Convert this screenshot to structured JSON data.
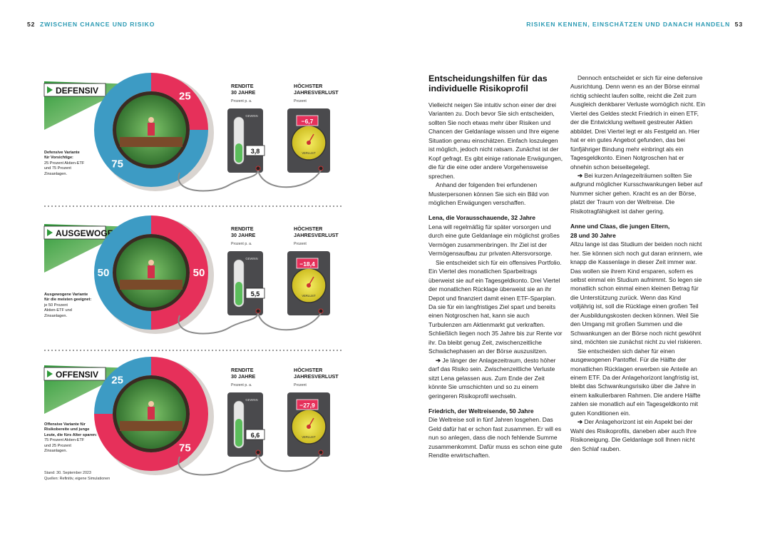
{
  "header": {
    "left_page_number": "52",
    "left_title": "ZWISCHEN CHANCE UND RISIKO",
    "right_title": "RISIKEN KENNEN, EINSCHÄTZEN UND DANACH HANDELN",
    "right_page_number": "53"
  },
  "infographic": {
    "rendite_label_1": "RENDITE",
    "rendite_label_2": "30 JAHRE",
    "rendite_unit": "Prozent p. a.",
    "verlust_label_1": "HÖCHSTER",
    "verlust_label_2": "JAHRESVERLUST",
    "verlust_unit": "Prozent",
    "gewinn_label": "GEWINN",
    "verlust_dial_label": "VERLUST",
    "variants": [
      {
        "name": "DEFENSIV",
        "etf_percent": "25",
        "zins_percent": "75",
        "rendite": "3,8",
        "rendite_fraction": 0.45,
        "max_loss": "−6,7",
        "note_title": "Defensive Variante",
        "note_title_2": "für Vorsichtige:",
        "note_line_1": "25 Prozent Aktien-ETF",
        "note_line_2": "und 75 Prozent",
        "note_line_3": "Zinsanlagen.",
        "colors": {
          "etf": "#e6305a",
          "zins": "#3d9bc4"
        }
      },
      {
        "name": "AUSGEWOGEN",
        "etf_percent": "50",
        "zins_percent": "50",
        "rendite": "5,5",
        "rendite_fraction": 0.55,
        "max_loss": "−18,4",
        "note_title": "Ausgewogene Variante",
        "note_title_2": "für die meisten geeignet:",
        "note_line_1": "je 50 Prozent",
        "note_line_2": "Aktien-ETF und",
        "note_line_3": "Zinsanlagen.",
        "colors": {
          "etf": "#e6305a",
          "zins": "#3d9bc4"
        }
      },
      {
        "name": "OFFENSIV",
        "etf_percent": "75",
        "zins_percent": "25",
        "rendite": "6,6",
        "rendite_fraction": 0.65,
        "max_loss": "−27,9",
        "note_title": "Offensive Variante für",
        "note_title_2": "Risikobereite und junge",
        "note_title_3": "Leute, die fürs Alter sparen:",
        "note_line_1": "75 Prozent Aktien-ETF",
        "note_line_2": "und 25 Prozent",
        "note_line_3": "Zinsanlagen.",
        "colors": {
          "etf": "#e6305a",
          "zins": "#3d9bc4"
        }
      }
    ],
    "source_line_1": "Stand: 30. September 2023",
    "source_line_2": "Quellen: Refinitiv, eigene Simulationen"
  },
  "article": {
    "title_1": "Entscheidungshilfen für das",
    "title_2": "individuelle Risikoprofil",
    "intro": "Vielleicht neigen Sie intuitiv schon einer der drei Varianten zu. Doch bevor Sie sich entscheiden, sollten Sie noch etwas mehr über Risiken und Chancen der Geldanlage wissen und Ihre eigene Situation genau einschätzen. Einfach loszulegen ist möglich, jedoch nicht ratsam. Zunächst ist der Kopf gefragt. Es gibt einige rationale Erwägungen, die für die eine oder andere Vorgehensweise sprechen.",
    "intro_2": "Anhand der folgenden frei erfundenen Musterpersonen können Sie sich ein Bild von möglichen Erwägungen verschaffen.",
    "lena_heading": "Lena, die Vorausschauende, 32 Jahre",
    "lena_p1": "Lena will regelmäßig für später vorsorgen und durch eine gute Geldanlage ein möglichst großes Vermögen zusammenbringen. Ihr Ziel ist der Vermögensaufbau zur privaten Altersvorsorge.",
    "lena_p2": "Sie entscheidet sich für ein offensives Portfolio. Ein Viertel des monatlichen Sparbeitrags überweist sie auf ein Tagesgeldkonto. Drei Viertel der monatlichen Rücklage überweist sie an ihr Depot und finanziert damit einen ETF-Sparplan. Da sie für ein langfristiges Ziel spart und bereits einen Notgroschen hat, kann sie auch Turbulenzen am Aktienmarkt gut verkraften. Schließlich liegen noch 35 Jahre bis zur Rente vor ihr. Da bleibt genug Zeit, zwischenzeitliche Schwächephasen an der Börse auszusitzen.",
    "lena_p3": "Je länger der Anlagezeitraum, desto höher darf das Risiko sein. Zwischenzeitliche Verluste sitzt Lena gelassen aus. Zum Ende der Zeit könnte Sie umschichten und so zu einem geringeren Risikoprofil wechseln.",
    "friedrich_heading": "Friedrich, der Weltreisende, 50 Jahre",
    "friedrich_p1": "Die Weltreise soll in fünf Jahren losgehen. Das Geld dafür hat er schon fast zusammen. Er will es nun so anlegen, dass die noch fehlende Summe zusammenkommt. Dafür muss es schon eine gute Rendite erwirtschaften.",
    "friedrich_p2": "Dennoch entscheidet er sich für eine defensive Ausrichtung. Denn wenn es an der Börse einmal richtig schlecht laufen sollte, reicht die Zeit zum Ausgleich denkbarer Verluste womöglich nicht. Ein Viertel des Geldes steckt Friedrich in einen ETF, der die Entwicklung weltweit gestreuter Aktien abbildet. Drei Viertel legt er als Festgeld an. Hier hat er ein gutes Angebot gefunden, das bei fünfjähriger Bindung mehr einbringt als ein Tagesgeldkonto. Einen Notgroschen hat er ohnehin schon beiseitegelegt.",
    "friedrich_p3": "Bei kurzen Anlagezeiträumen sollten Sie aufgrund möglicher Kursschwankungen lieber auf Nummer sicher gehen. Kracht es an der Börse, platzt der Traum von der Weltreise. Die Risikotragfähigkeit ist daher gering.",
    "anne_heading_1": "Anne und Claas, die jungen Eltern,",
    "anne_heading_2": "28 und 30 Jahre",
    "anne_p1": "Allzu lange ist das Studium der beiden noch nicht her. Sie können sich noch gut daran erinnern, wie knapp die Kassenlage in dieser Zeit immer war. Das wollen sie ihrem Kind ersparen, sofern es selbst einmal ein Studium aufnimmt. So legen sie monatlich schon einmal einen kleinen Betrag für die Unterstützung zurück. Wenn das Kind volljährig ist, soll die Rücklage einen großen Teil der Ausbildungskosten decken können. Weil Sie den Umgang mit großen Summen und die Schwankungen an der Börse noch nicht gewöhnt sind, möchten sie zunächst nicht zu viel riskieren.",
    "anne_p2": "Sie entscheiden sich daher für einen ausgewogenen Pantoffel. Für die Hälfte der monatlichen Rücklagen erwerben sie Anteile an einem ETF. Da der Anlagehorizont langfristig ist, bleibt das Schwankungsrisiko über die Jahre in einem kalkulierbaren Rahmen. Die andere Hälfte zahlen sie monatlich auf ein Tagesgeldkonto mit guten Konditionen ein.",
    "anne_p3": "Der Anlagehorizont ist ein Aspekt bei der Wahl des Risikoprofils, daneben aber auch Ihre Risikoneigung. Die Geldanlage soll Ihnen nicht den Schlaf rauben.",
    "arrow_symbol": "➔"
  }
}
